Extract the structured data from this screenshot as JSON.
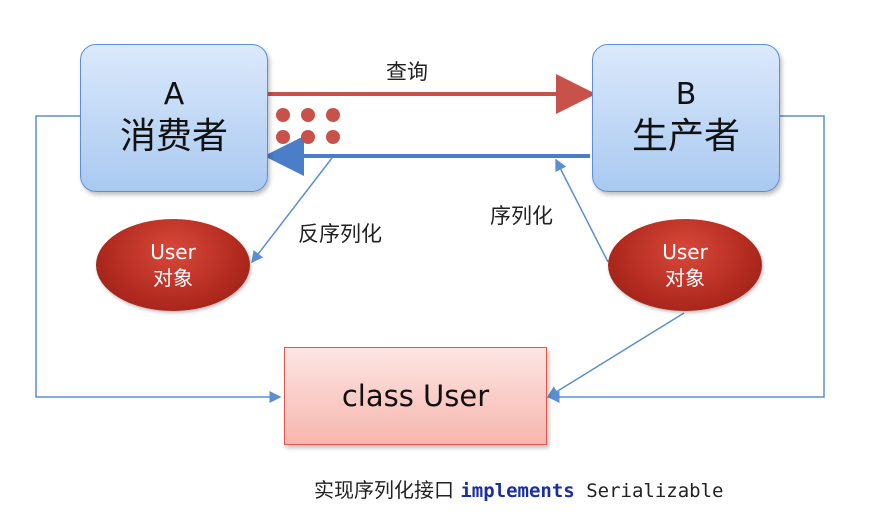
{
  "nodes": {
    "consumer": {
      "letter": "A",
      "role": "消费者"
    },
    "producer": {
      "letter": "B",
      "role": "生产者"
    },
    "user_object_left": {
      "line1": "User",
      "line2": "对象"
    },
    "user_object_right": {
      "line1": "User",
      "line2": "对象"
    },
    "class_user": {
      "label": "class User"
    }
  },
  "edges": {
    "query": "查询",
    "deserialize": "反序列化",
    "serialize": "序列化"
  },
  "caption": {
    "prefix": "实现序列化接口 ",
    "keyword": "implements",
    "interface": " Serializable"
  },
  "colors": {
    "query_arrow": "#c8524a",
    "response_arrow": "#4a7ec8",
    "connector": "#5b8fd1",
    "dots": "#c8524a"
  }
}
